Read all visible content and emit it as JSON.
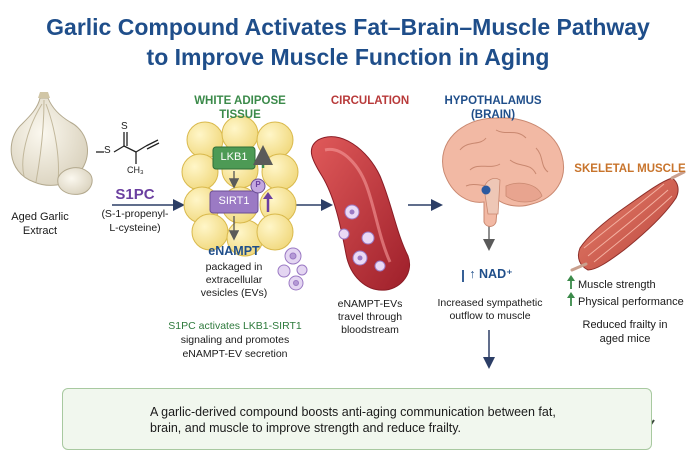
{
  "title": {
    "line1": "Garlic Compound Activates Fat–Brain–Muscle Pathway",
    "line2": "to Improve Muscle Function in Aging"
  },
  "garlic": {
    "label_line1": "Aged Garlic",
    "label_line2": "Extract"
  },
  "s1pc": {
    "name": "S1PC",
    "desc_line1": "(S-1-propenyl-",
    "desc_line2": "L-cysteine)",
    "atom_s": "S",
    "atom_ch3": "CH₃"
  },
  "adipose": {
    "header_line1": "WHITE ADIPOSE",
    "header_line2": "TISSUE",
    "lkb1": "LKB1",
    "sirt1": "SIRT1",
    "p_label": "P",
    "enampt": "eNAMPT",
    "ev_line1": "packaged in",
    "ev_line2": "extracellular",
    "ev_line3": "vesicles (EVs)",
    "summary_line1": "S1PC activates LKB1-SIRT1",
    "summary_line2": "signaling and promotes",
    "summary_line3": "eNAMPT-EV secretion"
  },
  "circulation": {
    "header": "CIRCULATION",
    "text_line1": "eNAMPT-EVs",
    "text_line2": "travel through",
    "text_line3": "bloodstream"
  },
  "hypothalamus": {
    "header_line1": "HYPOTHALAMUS",
    "header_line2": "(BRAIN)",
    "nad": "↑ NAD⁺",
    "text_line1": "Increased sympathetic",
    "text_line2": "outflow to muscle"
  },
  "muscle": {
    "header": "SKELETAL MUSCLE",
    "benefit1": "Muscle strength",
    "benefit2": "Physical performance",
    "benefit3_line1": "Reduced frailty in",
    "benefit3_line2": "aged mice"
  },
  "bottom": {
    "line1": "A garlic-derived compound boosts anti-aging communication between fat,",
    "line2": "brain, and muscle to improve  strength and reduce frailty."
  },
  "colors": {
    "title": "#1f4e8a",
    "adipose_header": "#3b8a4a",
    "circulation_header": "#b83a3a",
    "hypothalamus_header": "#1f4e8a",
    "muscle_header": "#c8742c",
    "s1pc": "#6b3fa0"
  }
}
